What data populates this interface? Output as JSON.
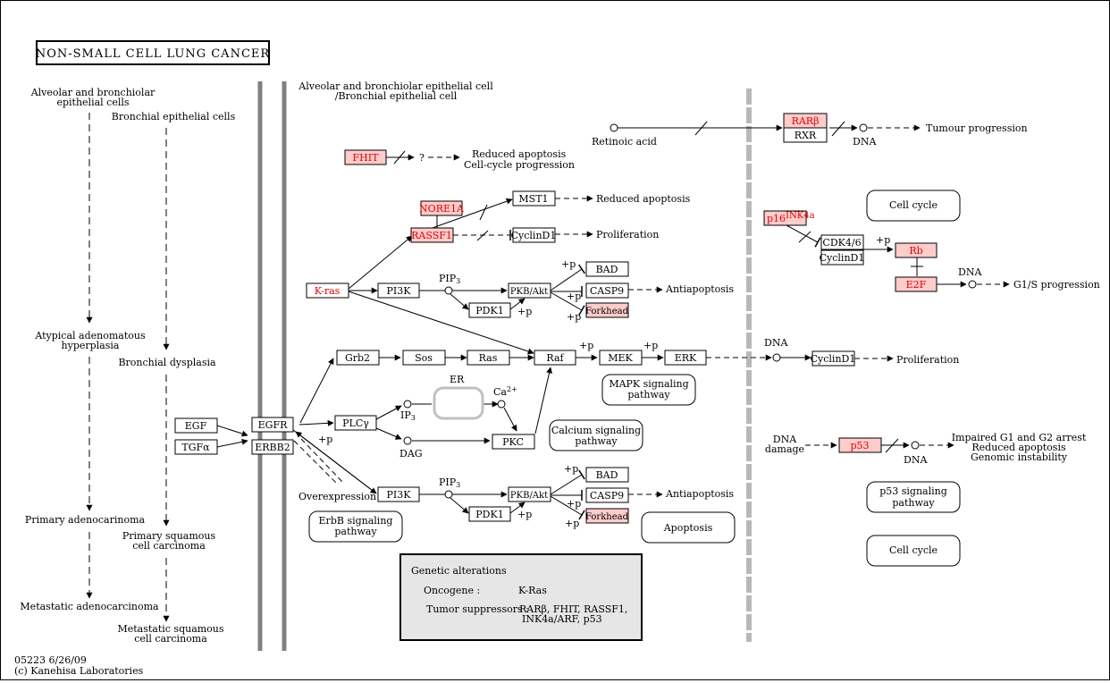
{
  "title": "NON-SMALL CELL LUNG CANCER",
  "footer": {
    "id_date": "05223 6/26/09",
    "copyright": "(c) Kanehisa Laboratories"
  },
  "colors": {
    "gene_mutated": "#ffcccc",
    "gene_normal": "#ffffff",
    "mutated_text": "#e00000",
    "membrane": "#808080",
    "nucleus_membrane": "#b0b0b0",
    "legend_bg": "#e6e6e6"
  },
  "left_column": {
    "alveolar": "Alveolar and bronchiolar",
    "alveolar2": "epithelial cells",
    "bronchial": "Bronchial epithelial cells",
    "atypical": "Atypical adenomatous",
    "atypical2": "hyperplasia",
    "bronchial_dysplasia": "Bronchial dysplasia",
    "primary_adeno": "Primary adenocarinoma",
    "primary_squamous": "Primary squamous",
    "primary_squamous2": "cell carcinoma",
    "metastatic_adeno": "Metastatic adenocarcinoma",
    "metastatic_squamous": "Metastatic squamous",
    "metastatic_squamous2": "cell carcinoma"
  },
  "cell_header": {
    "line1": "Alveolar and bronchiolar epithelial cell",
    "line2": "/Bronchial epithelial cell"
  },
  "genes": {
    "fhit": "FHIT",
    "nore1a": "NORE1A",
    "rassf1": "RASSF1",
    "mst1": "MST1",
    "cyclind1_a": "CyclinD1",
    "kras": "K-ras",
    "pi3k_a": "PI3K",
    "pkb_a": "PKB/Akt",
    "pdk1_a": "PDK1",
    "bad_a": "BAD",
    "casp9_a": "CASP9",
    "forkhead_a": "Forkhead",
    "grb2": "Grb2",
    "sos": "Sos",
    "ras": "Ras",
    "raf": "Raf",
    "mek": "MEK",
    "erk": "ERK",
    "cyclind1_b": "CyclinD1",
    "egf": "EGF",
    "tgfa": "TGFα",
    "egfr": "EGFR",
    "erbb2": "ERBB2",
    "plcg": "PLCγ",
    "pkc": "PKC",
    "pi3k_b": "PI3K",
    "pkb_b": "PKB/Akt",
    "pdk1_b": "PDK1",
    "bad_b": "BAD",
    "casp9_b": "CASP9",
    "forkhead_b": "Forkhead",
    "rarb": "RARβ",
    "rxr": "RXR",
    "p16": "p16",
    "p16_sup": "INK4a",
    "cdk46": "CDK4/6",
    "cyclind1_c": "CyclinD1",
    "rb": "Rb",
    "e2f": "E2F",
    "p53": "p53"
  },
  "labels": {
    "q": "?",
    "reduced_apoptosis_1": "Reduced apoptosis",
    "cell_cycle_prog": "Cell-cycle progression",
    "reduced_apoptosis_2": "Reduced apoptosis",
    "proliferation_1": "Proliferation",
    "antiapoptosis_1": "Antiapoptosis",
    "pip3_a": "PIP",
    "pip3_a_sub": "3",
    "pip3_b": "PIP",
    "pip3_b_sub": "3",
    "plus_p": "+p",
    "er": "ER",
    "ca": "Ca",
    "ca_sup": "2+",
    "ip3": "IP",
    "ip3_sub": "3",
    "dag": "DAG",
    "overexpression": "Overexpression",
    "antiapoptosis_2": "Antiapoptosis",
    "retinoic_acid": "Retinoic acid",
    "dna_1": "DNA",
    "tumour_progression": "Tumour progression",
    "dna_2": "DNA",
    "g1s": "G1/S progression",
    "dna_3": "DNA",
    "proliferation_2": "Proliferation",
    "dna_damage_1": "DNA",
    "dna_damage_2": "damage",
    "dna_4": "DNA",
    "impaired_1": "Impaired G1 and G2 arrest",
    "impaired_2": "Reduced apoptosis",
    "impaired_3": "Genomic instability"
  },
  "pathways": {
    "mapk_1": "MAPK signaling",
    "mapk_2": "pathway",
    "calcium_1": "Calcium signaling",
    "calcium_2": "pathway",
    "erbb_1": "ErbB signaling",
    "erbb_2": "pathway",
    "apoptosis": "Apoptosis",
    "cell_cycle_1": "Cell cycle",
    "p53_1": "p53 signaling",
    "p53_2": "pathway",
    "cell_cycle_2": "Cell cycle"
  },
  "legend": {
    "heading": "Genetic alterations",
    "oncogene_label": "Oncogene :",
    "oncogene_value": "K-Ras",
    "suppressor_label": "Tumor suppressors :",
    "suppressor_value_1": "RARβ, FHIT, RASSF1,",
    "suppressor_value_2": "INK4a/ARF, p53"
  }
}
